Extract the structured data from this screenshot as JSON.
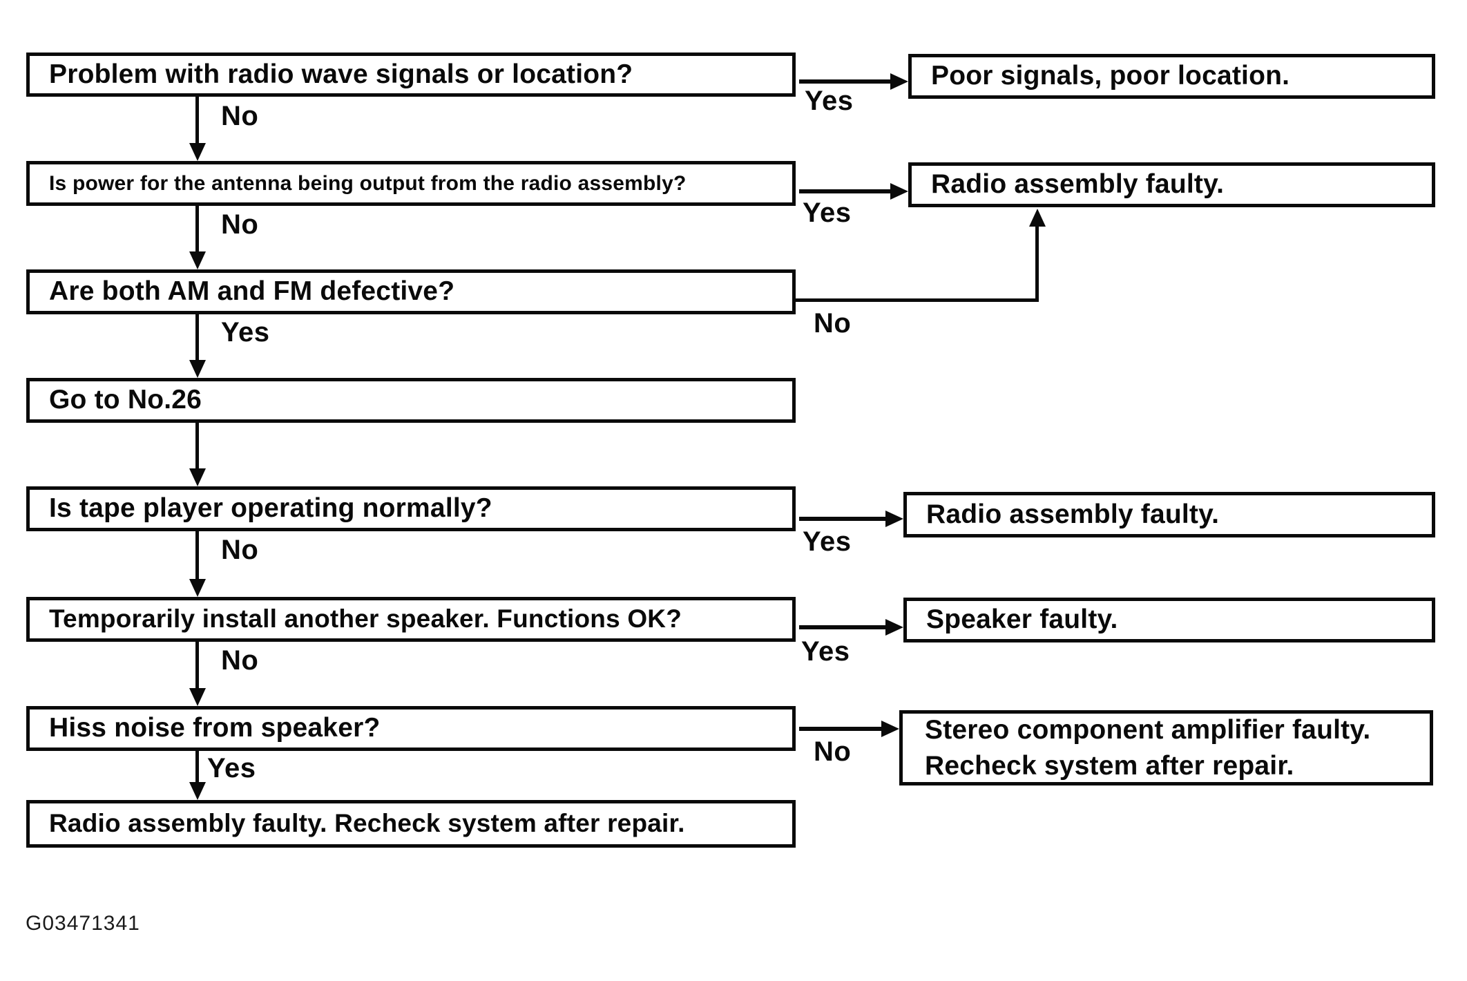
{
  "canvas": {
    "background": "#ffffff",
    "ink": "#0a0a0a"
  },
  "figure_id": "G03471341",
  "flowchart": {
    "questions": [
      {
        "id": "q1",
        "label": "Problem with radio wave signals or location?"
      },
      {
        "id": "q2",
        "label": "Is power for the antenna being output from the radio assembly?"
      },
      {
        "id": "q3",
        "label": "Are both AM and FM defective?"
      },
      {
        "id": "q4",
        "label": "Go to No.26"
      },
      {
        "id": "q5",
        "label": "Is tape player operating normally?"
      },
      {
        "id": "q6",
        "label": "Temporarily install another speaker. Functions OK?"
      },
      {
        "id": "q7",
        "label": "Hiss noise from speaker?"
      },
      {
        "id": "q8",
        "label": "Radio assembly faulty. Recheck system after repair."
      }
    ],
    "results": [
      {
        "id": "r1",
        "label": "Poor signals, poor location."
      },
      {
        "id": "r2",
        "label": "Radio assembly faulty."
      },
      {
        "id": "r3",
        "label": "Radio assembly faulty."
      },
      {
        "id": "r4",
        "label": "Speaker faulty."
      },
      {
        "id": "r5",
        "label": "Stereo component amplifier faulty.\nRecheck system after repair."
      }
    ],
    "edges": [
      {
        "from": "q1",
        "to": "r1",
        "label": "Yes"
      },
      {
        "from": "q1",
        "to": "q2",
        "label": "No"
      },
      {
        "from": "q2",
        "to": "r2",
        "label": "Yes"
      },
      {
        "from": "q2",
        "to": "q3",
        "label": "No"
      },
      {
        "from": "q3",
        "to": "r2",
        "label": "No"
      },
      {
        "from": "q3",
        "to": "q4",
        "label": "Yes"
      },
      {
        "from": "q4",
        "to": "q5",
        "label": ""
      },
      {
        "from": "q5",
        "to": "r3",
        "label": "Yes"
      },
      {
        "from": "q5",
        "to": "q6",
        "label": "No"
      },
      {
        "from": "q6",
        "to": "r4",
        "label": "Yes"
      },
      {
        "from": "q6",
        "to": "q7",
        "label": "No"
      },
      {
        "from": "q7",
        "to": "r5",
        "label": "No"
      },
      {
        "from": "q7",
        "to": "q8",
        "label": "Yes"
      }
    ]
  }
}
